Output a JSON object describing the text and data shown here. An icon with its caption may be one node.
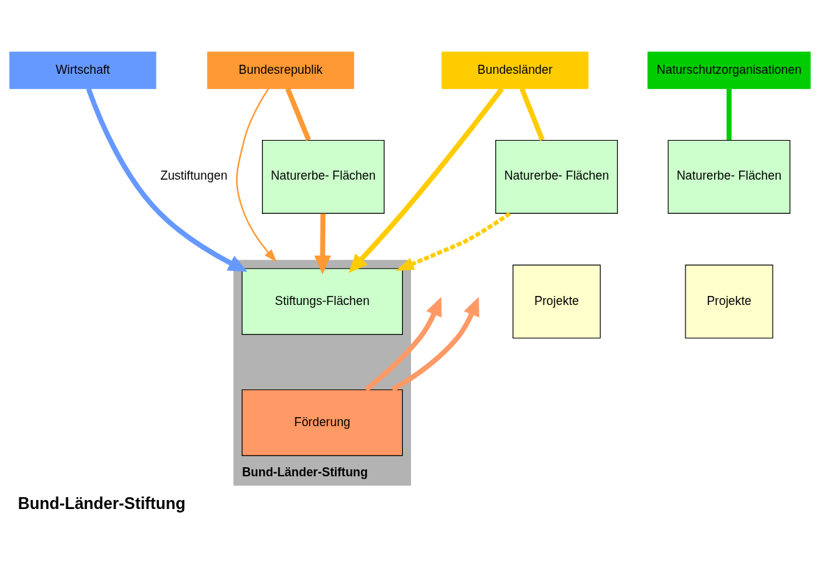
{
  "diagram": {
    "title": "Bund-Länder-Stiftung",
    "nodes": [
      {
        "text": [
          "Wirtschaft"
        ]
      },
      {
        "text": [
          "Bundesrepublik"
        ]
      },
      {
        "text": [
          "Naturerbe- Flächen"
        ]
      },
      {
        "text": [
          "Bundesländer"
        ]
      },
      {
        "text": [
          "Naturerbe- Flächen"
        ]
      },
      {
        "text": [
          "Projekte"
        ]
      },
      {
        "text": [
          "Naturschutzorganisationen"
        ]
      },
      {
        "text": [
          "Naturerbe- Flächen"
        ]
      },
      {
        "text": [
          "Projekte"
        ]
      },
      {
        "text": [
          "Bund-Länder-Stiftung"
        ]
      },
      {
        "text": [
          "Stiftungs-Flächen"
        ],
        "in": 9
      },
      {
        "text": [
          "Förderung"
        ],
        "in": 9
      }
    ],
    "edges": [
      {
        "from": 0,
        "to": 10,
        "arrow": "to",
        "label": "Zustiftungen",
        "color": "#6699ff"
      },
      {
        "from": 1,
        "to": 9,
        "arrow": "to",
        "color": "#ff9933"
      },
      {
        "from": 1,
        "to": 2,
        "arrow": "none",
        "color": "#ff9933"
      },
      {
        "from": 2,
        "to": 10,
        "arrow": "to",
        "color": "#ff9933"
      },
      {
        "from": 3,
        "to": 10,
        "arrow": "to",
        "color": "#ffcc00"
      },
      {
        "from": 3,
        "to": 4,
        "arrow": "none",
        "color": "#ffcc00"
      },
      {
        "from": 4,
        "to": 10,
        "arrow": "to",
        "style": "dashed",
        "color": "#ffcc00"
      },
      {
        "from": 6,
        "to": 7,
        "arrow": "none",
        "color": "#00cc00"
      },
      {
        "from": 11,
        "to": null,
        "arrow": "to",
        "color": "#ff9966"
      },
      {
        "from": 11,
        "to": null,
        "arrow": "to",
        "color": "#ff9966"
      }
    ]
  }
}
